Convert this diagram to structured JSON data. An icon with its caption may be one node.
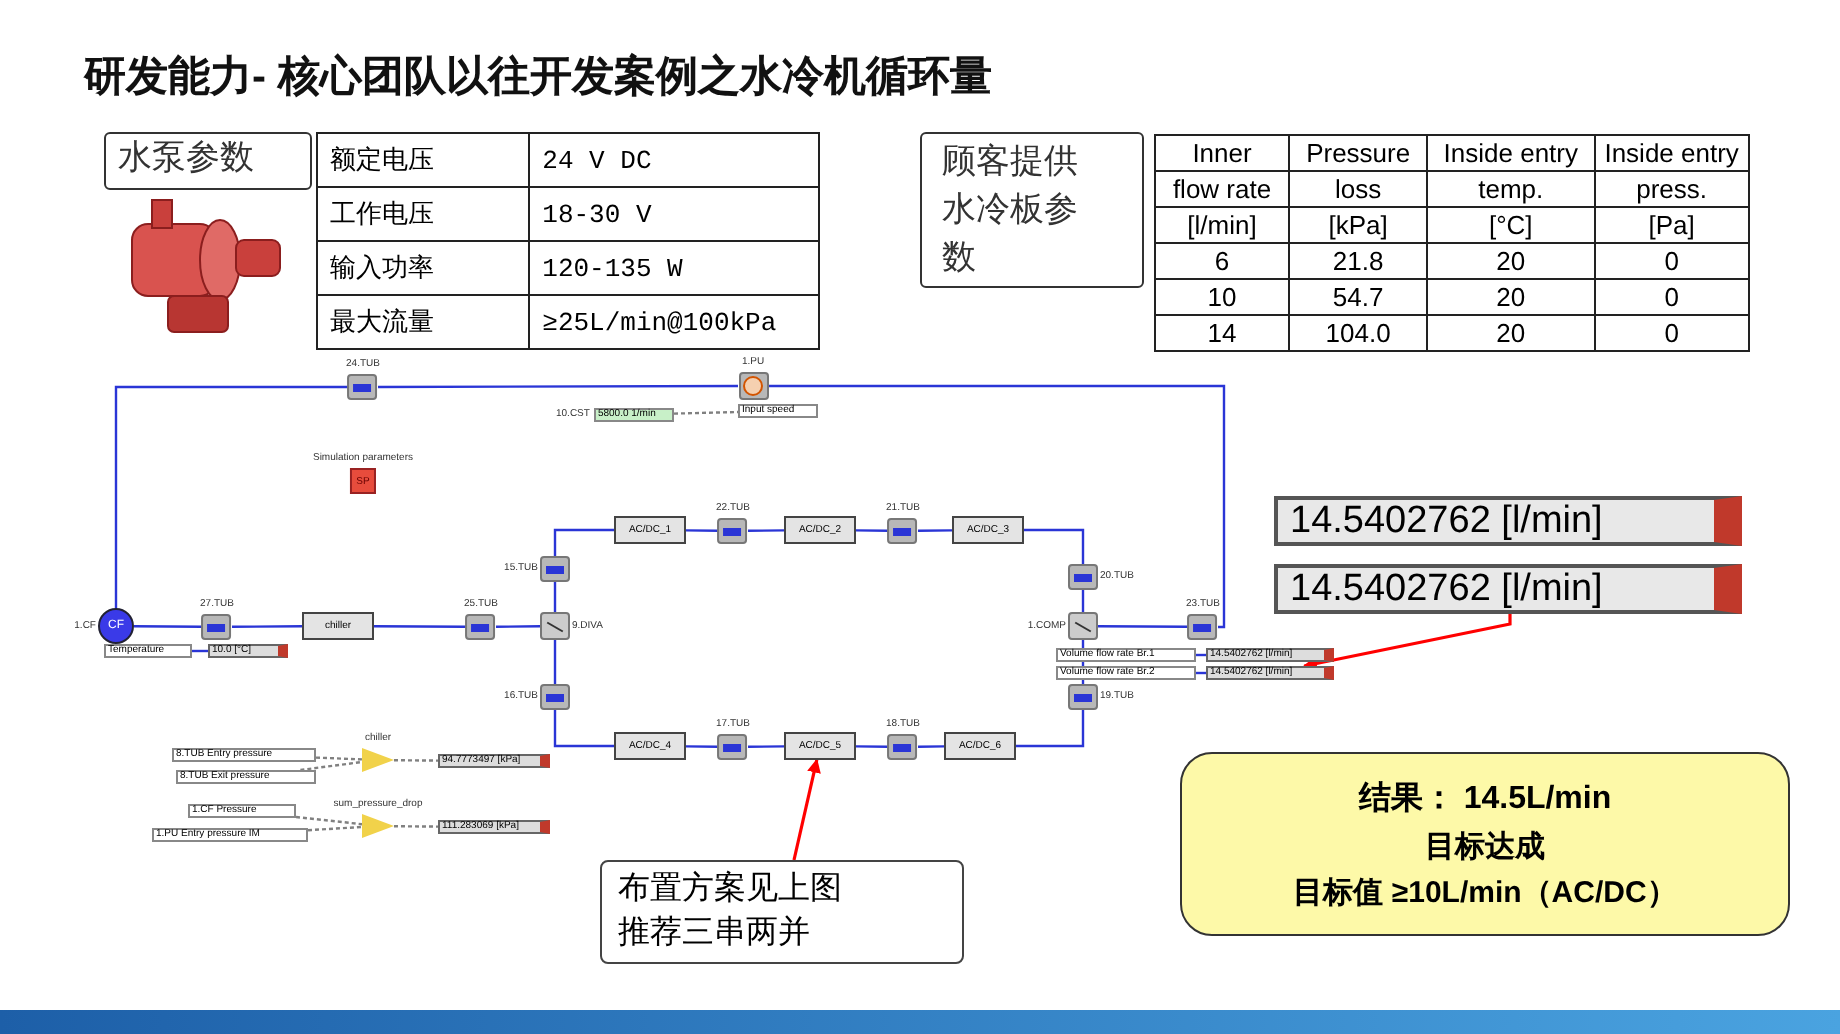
{
  "diagram": {
    "title": "研发能力- 核心团队以往开发案例之水冷机循环量",
    "nodes": [
      {
        "text": [
          "水泵参数"
        ]
      },
      {
        "text": [
          "顾客提供水冷板参数"
        ]
      },
      {
        "text": [
          "1.CF",
          "CF"
        ]
      },
      {
        "text": [
          "24.TUB"
        ]
      },
      {
        "text": [
          "1.PU"
        ]
      },
      {
        "text": [
          "10.CST",
          "5800.0 1/min"
        ]
      },
      {
        "text": [
          "Input speed"
        ]
      },
      {
        "text": [
          "Simulation parameters",
          "SP"
        ]
      },
      {
        "text": [
          "27.TUB"
        ]
      },
      {
        "text": [
          "chiller"
        ]
      },
      {
        "text": [
          "25.TUB"
        ]
      },
      {
        "text": [
          "9.DIVA"
        ]
      },
      {
        "text": [
          "15.TUB"
        ]
      },
      {
        "text": [
          "AC/DC_1"
        ]
      },
      {
        "text": [
          "22.TUB"
        ]
      },
      {
        "text": [
          "AC/DC_2"
        ]
      },
      {
        "text": [
          "21.TUB"
        ]
      },
      {
        "text": [
          "AC/DC_3"
        ]
      },
      {
        "text": [
          "20.TUB"
        ]
      },
      {
        "text": [
          "1.COMP"
        ]
      },
      {
        "text": [
          "23.TUB"
        ]
      },
      {
        "text": [
          "16.TUB"
        ]
      },
      {
        "text": [
          "AC/DC_4"
        ]
      },
      {
        "text": [
          "17.TUB"
        ]
      },
      {
        "text": [
          "AC/DC_5"
        ]
      },
      {
        "text": [
          "18.TUB"
        ]
      },
      {
        "text": [
          "AC/DC_6"
        ]
      },
      {
        "text": [
          "19.TUB"
        ]
      },
      {
        "text": [
          "Temperature"
        ]
      },
      {
        "text": [
          "10.0 [°C]"
        ]
      },
      {
        "text": [
          "Volume flow rate Br.1"
        ]
      },
      {
        "text": [
          "14.5402762 [l/min]"
        ]
      },
      {
        "text": [
          "Volume flow rate Br.2"
        ]
      },
      {
        "text": [
          "14.5402762 [l/min]"
        ]
      },
      {
        "text": [
          "8.TUB Entry pressure"
        ]
      },
      {
        "text": [
          "8.TUB Exit pressure"
        ]
      },
      {
        "text": [
          "chiller"
        ]
      },
      {
        "text": [
          "94.7773497 [kPa]"
        ]
      },
      {
        "text": [
          "1.CF Pressure"
        ]
      },
      {
        "text": [
          "1.PU Entry pressure IM"
        ]
      },
      {
        "text": [
          "sum_pressure_drop"
        ]
      },
      {
        "text": [
          "111.283069 [kPa]"
        ]
      },
      {
        "text": [
          "14.5402762 [l/min]"
        ]
      },
      {
        "text": [
          "14.5402762 [l/min]"
        ]
      },
      {
        "text": [
          "布置方案见上图推荐三串两并"
        ]
      },
      {
        "text": [
          "结果： 14.5L/min",
          "目标达成",
          "目标值 ≥10L/min（AC/DC）"
        ]
      }
    ],
    "edges": [
      {
        "from": 2,
        "to": 8,
        "arrow": "none"
      },
      {
        "from": 8,
        "to": 9,
        "arrow": "none"
      },
      {
        "from": 9,
        "to": 10,
        "arrow": "none"
      },
      {
        "from": 10,
        "to": 11,
        "arrow": "none"
      },
      {
        "from": 11,
        "to": 12,
        "arrow": "none"
      },
      {
        "from": 12,
        "to": 13,
        "arrow": "none"
      },
      {
        "from": 13,
        "to": 14,
        "arrow": "none"
      },
      {
        "from": 14,
        "to": 15,
        "arrow": "none"
      },
      {
        "from": 15,
        "to": 16,
        "arrow": "none"
      },
      {
        "from": 16,
        "to": 17,
        "arrow": "none"
      },
      {
        "from": 17,
        "to": 18,
        "arrow": "none"
      },
      {
        "from": 18,
        "to": 19,
        "arrow": "none"
      },
      {
        "from": 19,
        "to": 20,
        "arrow": "none"
      },
      {
        "from": 20,
        "to": 4,
        "arrow": "none"
      },
      {
        "from": 4,
        "to": 3,
        "arrow": "none"
      },
      {
        "from": 3,
        "to": 2,
        "arrow": "none"
      },
      {
        "from": 11,
        "to": 21,
        "arrow": "none"
      },
      {
        "from": 21,
        "to": 22,
        "arrow": "none"
      },
      {
        "from": 22,
        "to": 23,
        "arrow": "none"
      },
      {
        "from": 23,
        "to": 24,
        "arrow": "none"
      },
      {
        "from": 24,
        "to": 25,
        "arrow": "none"
      },
      {
        "from": 25,
        "to": 26,
        "arrow": "none"
      },
      {
        "from": 26,
        "to": 27,
        "arrow": "none"
      },
      {
        "from": 27,
        "to": 19,
        "arrow": "none"
      },
      {
        "from": 5,
        "to": 6,
        "arrow": "none",
        "style": "dashed",
        "color": "#808080"
      },
      {
        "from": 28,
        "to": 29,
        "arrow": "none"
      },
      {
        "from": 30,
        "to": 31,
        "arrow": "none"
      },
      {
        "from": 32,
        "to": 33,
        "arrow": "none"
      },
      {
        "from": 34,
        "to": 36,
        "arrow": "none",
        "style": "dashed",
        "color": "#808080"
      },
      {
        "from": 35,
        "to": 36,
        "arrow": "none",
        "style": "dashed",
        "color": "#808080"
      },
      {
        "from": 36,
        "to": 37,
        "arrow": "none",
        "style": "dashed",
        "color": "#808080"
      },
      {
        "from": 38,
        "to": 40,
        "arrow": "none",
        "style": "dashed",
        "color": "#808080"
      },
      {
        "from": 39,
        "to": 40,
        "arrow": "none",
        "style": "dashed",
        "color": "#808080"
      },
      {
        "from": 40,
        "to": 41,
        "arrow": "none",
        "style": "dashed",
        "color": "#808080"
      },
      {
        "from": 43,
        "to": 33,
        "arrow": "to",
        "color": "#ff0000"
      },
      {
        "from": 44,
        "to": 24,
        "arrow": "to",
        "color": "#ff0000"
      }
    ],
    "labels": [
      "额定电压",
      "24 V DC",
      "工作电压",
      "18-30 V",
      "输入功率",
      "120-135 W",
      "最大流量",
      "≥25L/min@100kPa",
      "Inner",
      "Pressure",
      "Inside entry",
      "Inside entry",
      "flow rate",
      "loss",
      "temp.",
      "press.",
      "[l/min]",
      "[kPa]",
      "[°C]",
      "[Pa]",
      "6",
      "21.8",
      "20",
      "0",
      "10",
      "54.7",
      "20",
      "0",
      "14",
      "104.0",
      "20",
      "0"
    ]
  }
}
